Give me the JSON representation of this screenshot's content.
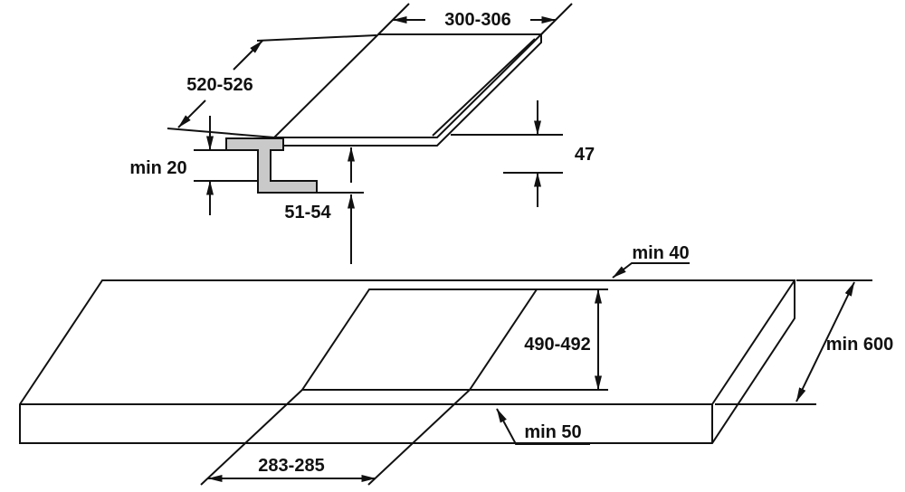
{
  "colors": {
    "line": "#111111",
    "profile_fill": "#c9c9c9",
    "background": "#ffffff"
  },
  "hob": {
    "width": "300-306",
    "depth": "520-526",
    "clearance_below": "min 20",
    "build_in_depth": "51-54",
    "height": "47"
  },
  "worktop": {
    "rear_clearance": "min 40",
    "cutout_depth": "490-492",
    "min_depth": "min 600",
    "front_clearance": "min 50",
    "cutout_width": "283-285"
  }
}
